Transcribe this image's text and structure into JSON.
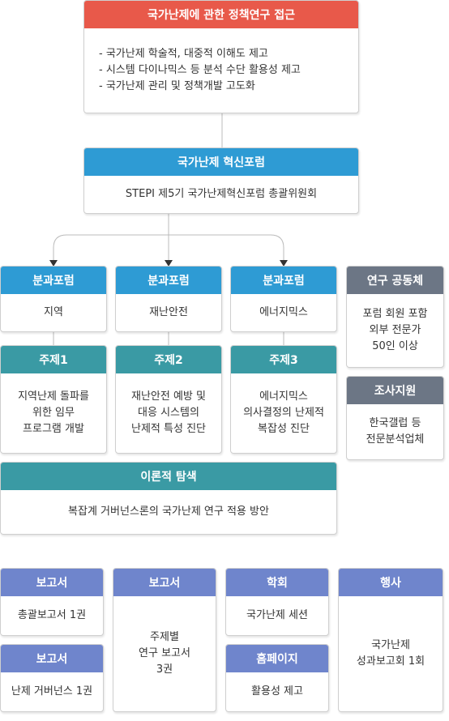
{
  "colors": {
    "top": "#e8594a",
    "forum": "#2e9bd4",
    "topic": "#3a9aa4",
    "side": "#6c7685",
    "output": "#6f85cc",
    "connector": "#bbbbbb",
    "arrow": "#333333"
  },
  "top": {
    "title": "국가난제에 관한 정책연구 접근",
    "items": [
      "- 국가난제 학술적, 대중적 이해도 제고",
      "- 시스템 다이나믹스 등 분석 수단 활용성 제고",
      "- 국가난제 관리 및 정책개발 고도화"
    ]
  },
  "forum": {
    "title": "국가난제 혁신포럼",
    "body": "STEPI 제5기 국가난제혁신포럼 총괄위원회"
  },
  "sub_forums": [
    {
      "title": "분과포럼",
      "body": "지역"
    },
    {
      "title": "분과포럼",
      "body": "재난안전"
    },
    {
      "title": "분과포럼",
      "body": "에너지믹스"
    }
  ],
  "topics": [
    {
      "title": "주제1",
      "lines": [
        "지역난제 돌파를",
        "위한 임무",
        "프로그램 개발"
      ]
    },
    {
      "title": "주제2",
      "lines": [
        "재난안전 예방 및",
        "대응 시스템의",
        "난제적 특성 진단"
      ]
    },
    {
      "title": "주제3",
      "lines": [
        "에너지믹스",
        "의사결정의 난제적",
        "복잡성 진단"
      ]
    }
  ],
  "theory": {
    "title": "이론적 탐색",
    "body": "복잡계 거버넌스론의 국가난제 연구 적용 방안"
  },
  "side": {
    "research": {
      "title": "연구 공동체",
      "lines": [
        "포럼 회원 포함",
        "외부 전문가",
        "50인 이상"
      ]
    },
    "survey": {
      "title": "조사지원",
      "lines": [
        "한국갤럽 등",
        "전문분석업체"
      ]
    }
  },
  "outputs": {
    "report1": {
      "title": "보고서",
      "body": "총괄보고서 1권"
    },
    "report2": {
      "title": "보고서",
      "body": "난제 거버넌스 1권"
    },
    "report3": {
      "title": "보고서",
      "lines": [
        "주제별",
        "연구 보고서",
        "3권"
      ]
    },
    "conference": {
      "title": "학회",
      "body": "국가난제 세션"
    },
    "homepage": {
      "title": "홈페이지",
      "body": "활용성 제고"
    },
    "event": {
      "title": "행사",
      "lines": [
        "국가난제",
        "성과보고회 1회"
      ]
    }
  }
}
